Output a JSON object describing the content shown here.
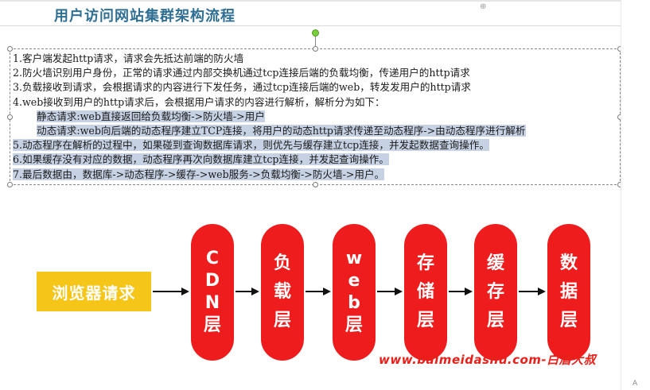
{
  "slide": {
    "title": "用户访问网站集群架构流程",
    "corner_glyph": "⊕"
  },
  "textbox": {
    "lines": [
      {
        "text": "1.客户端发起http请求，请求会先抵达前端的防火墙",
        "highlighted": false,
        "indent": false
      },
      {
        "text": "2.防火墙识别用户身份，正常的请求通过内部交换机通过tcp连接后端的负载均衡，传递用户的http请求",
        "highlighted": false,
        "indent": false
      },
      {
        "text": "3.负载接收到请求，会根据请求的内容进行下发任务，通过tcp连接后端的web，转发发用户的http请求",
        "highlighted": false,
        "indent": false
      },
      {
        "text": "4.web接收到用户的http请求后，会根据用户请求的内容进行解析，解析分为如下：",
        "highlighted": false,
        "indent": false
      },
      {
        "text": "静态请求:web直接返回给负载均衡->防火墙->用户",
        "highlighted": true,
        "indent": true
      },
      {
        "text": "动态请求:web向后端的动态程序建立TCP连接，将用户的动态http请求传递至动态程序->由动态程序进行解析",
        "highlighted": true,
        "indent": true
      },
      {
        "text": "5.动态程序在解析的过程中，如果碰到查询数据库请求，则优先与缓存建立tcp连接，并发起数据查询操作。",
        "highlighted": true,
        "indent": false
      },
      {
        "text": "6.如果缓存没有对应的数据，动态程序再次向数据库建立tcp连接，并发起查询操作。",
        "highlighted": true,
        "indent": false
      },
      {
        "text": "7.最后数据由，数据库->动态程序->缓存->web服务->负载均衡->防火墙->用户。",
        "highlighted": true,
        "indent": false
      }
    ]
  },
  "flow": {
    "start_label": "浏览器请求",
    "layers": [
      {
        "label": "CDN层"
      },
      {
        "label": "负载层"
      },
      {
        "label": "web层"
      },
      {
        "label": "存储层"
      },
      {
        "label": "缓存层"
      },
      {
        "label": "数据层"
      }
    ],
    "colors": {
      "start_fill": "#f5c518",
      "layer_fill": "#ee1c1c",
      "arrow": "#111111"
    }
  },
  "watermark": "www.baimeidashu.com-白眉大叔",
  "footer_mark": "A"
}
